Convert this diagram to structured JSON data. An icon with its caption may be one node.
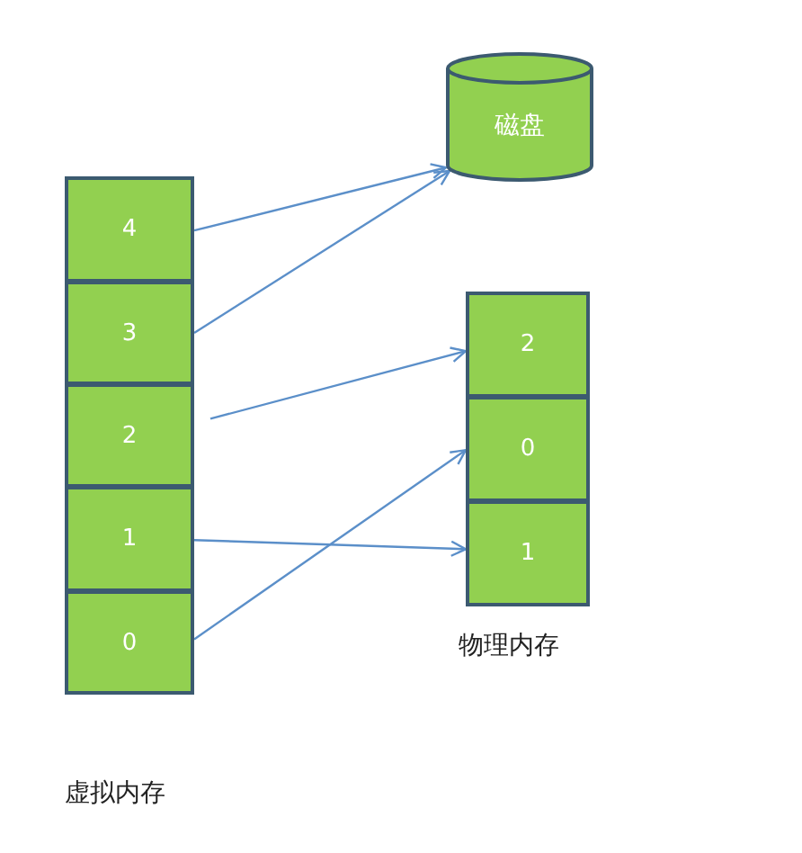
{
  "diagram": {
    "nodes": [
      {
        "text": [
          "4"
        ]
      },
      {
        "text": [
          "3"
        ]
      },
      {
        "text": [
          "2"
        ]
      },
      {
        "text": [
          "1"
        ]
      },
      {
        "text": [
          "0"
        ]
      },
      {
        "text": [
          "磁盘"
        ]
      },
      {
        "text": [
          "2"
        ]
      },
      {
        "text": [
          "0"
        ]
      },
      {
        "text": [
          "1"
        ]
      }
    ],
    "edges": [
      {
        "from": 0,
        "to": 5,
        "arrow": "to"
      },
      {
        "from": 1,
        "to": 5,
        "arrow": "to"
      },
      {
        "from": 2,
        "to": 6,
        "arrow": "to"
      },
      {
        "from": 3,
        "to": 8,
        "arrow": "to"
      },
      {
        "from": 4,
        "to": 7,
        "arrow": "to"
      }
    ],
    "labels": [
      "物理内存",
      "虚拟内存"
    ]
  }
}
